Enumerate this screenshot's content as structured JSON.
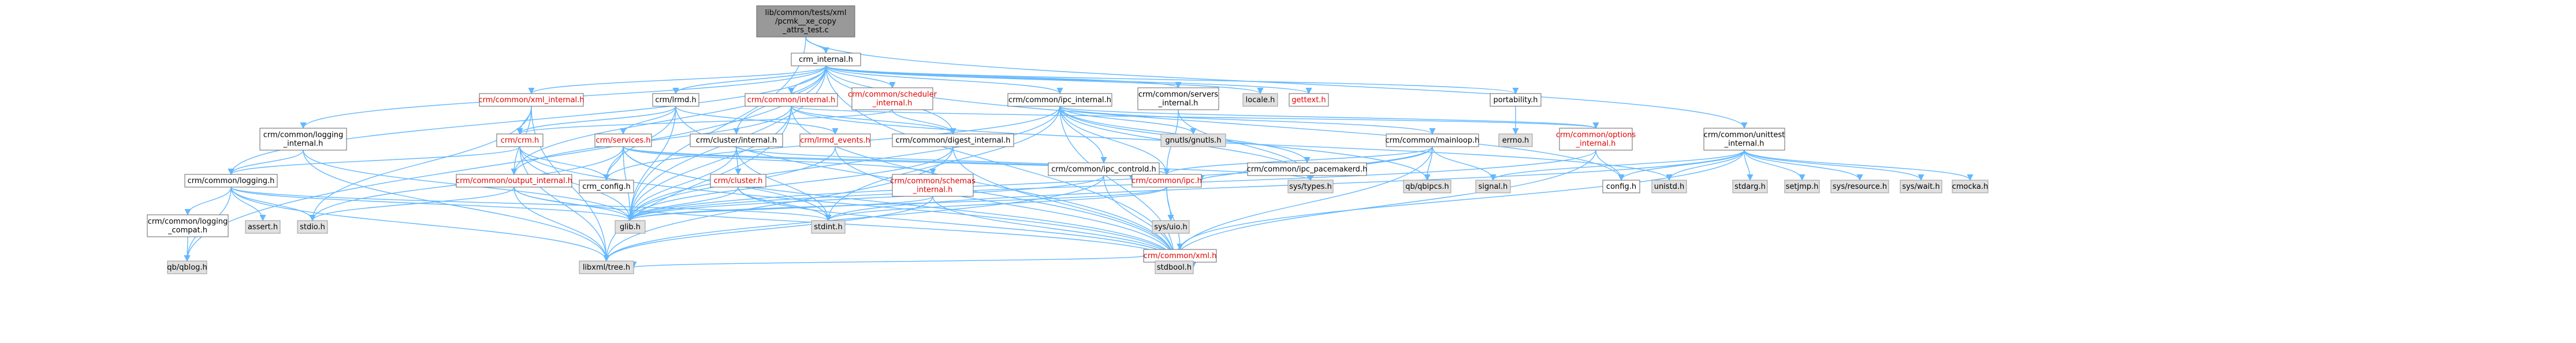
{
  "colors": {
    "edge": "#63b8ff",
    "node_fill": "#ffffff",
    "node_border": "#666666",
    "system_fill": "#e0e0e0",
    "system_border": "#999999",
    "root_fill": "#999999",
    "root_border": "#666666",
    "red_text": "#e00000",
    "text": "#000000"
  },
  "nodes": [
    {
      "id": "root",
      "lines": [
        "lib/common/tests/xml",
        "/pcmk__xe_copy",
        "_attrs_test.c"
      ],
      "kind": "root"
    },
    {
      "id": "crm_internal",
      "lines": [
        "crm_internal.h"
      ],
      "kind": "normal"
    },
    {
      "id": "xml_internal",
      "lines": [
        "crm/common/xml_internal.h"
      ],
      "kind": "red"
    },
    {
      "id": "lrmd",
      "lines": [
        "crm/lrmd.h"
      ],
      "kind": "normal"
    },
    {
      "id": "common_internal",
      "lines": [
        "crm/common/internal.h"
      ],
      "kind": "red"
    },
    {
      "id": "scheduler_internal",
      "lines": [
        "crm/common/scheduler",
        "_internal.h"
      ],
      "kind": "red"
    },
    {
      "id": "ipc_internal",
      "lines": [
        "crm/common/ipc_internal.h"
      ],
      "kind": "normal"
    },
    {
      "id": "servers_internal",
      "lines": [
        "crm/common/servers",
        "_internal.h"
      ],
      "kind": "normal"
    },
    {
      "id": "locale",
      "lines": [
        "locale.h"
      ],
      "kind": "system"
    },
    {
      "id": "gettext",
      "lines": [
        "gettext.h"
      ],
      "kind": "red"
    },
    {
      "id": "portability",
      "lines": [
        "portability.h"
      ],
      "kind": "normal"
    },
    {
      "id": "unittest_internal",
      "lines": [
        "crm/common/unittest",
        "_internal.h"
      ],
      "kind": "normal"
    },
    {
      "id": "logging_internal",
      "lines": [
        "crm/common/logging",
        "_internal.h"
      ],
      "kind": "normal"
    },
    {
      "id": "crm_h",
      "lines": [
        "crm/crm.h"
      ],
      "kind": "red"
    },
    {
      "id": "services",
      "lines": [
        "crm/services.h"
      ],
      "kind": "red"
    },
    {
      "id": "cluster_internal",
      "lines": [
        "crm/cluster/internal.h"
      ],
      "kind": "normal"
    },
    {
      "id": "lrmd_events",
      "lines": [
        "crm/lrmd_events.h"
      ],
      "kind": "red"
    },
    {
      "id": "digest_internal",
      "lines": [
        "crm/common/digest_internal.h"
      ],
      "kind": "normal"
    },
    {
      "id": "gnutls",
      "lines": [
        "gnutls/gnutls.h"
      ],
      "kind": "system"
    },
    {
      "id": "ipc_controld",
      "lines": [
        "crm/common/ipc_controld.h"
      ],
      "kind": "normal"
    },
    {
      "id": "ipc_pacemakerd",
      "lines": [
        "crm/common/ipc_pacemakerd.h"
      ],
      "kind": "normal"
    },
    {
      "id": "mainloop",
      "lines": [
        "crm/common/mainloop.h"
      ],
      "kind": "normal"
    },
    {
      "id": "options_internal",
      "lines": [
        "crm/common/options",
        "_internal.h"
      ],
      "kind": "red"
    },
    {
      "id": "errno",
      "lines": [
        "errno.h"
      ],
      "kind": "system"
    },
    {
      "id": "logging_h",
      "lines": [
        "crm/common/logging.h"
      ],
      "kind": "normal"
    },
    {
      "id": "output_internal",
      "lines": [
        "crm/common/output_internal.h"
      ],
      "kind": "red"
    },
    {
      "id": "crm_config",
      "lines": [
        "crm_config.h"
      ],
      "kind": "normal"
    },
    {
      "id": "cluster_h",
      "lines": [
        "crm/cluster.h"
      ],
      "kind": "red"
    },
    {
      "id": "schemas_internal",
      "lines": [
        "crm/common/schemas",
        "_internal.h"
      ],
      "kind": "red"
    },
    {
      "id": "ipc_h",
      "lines": [
        "crm/common/ipc.h"
      ],
      "kind": "red"
    },
    {
      "id": "sys_types",
      "lines": [
        "sys/types.h"
      ],
      "kind": "system"
    },
    {
      "id": "qb_ipcs",
      "lines": [
        "qb/qbipcs.h"
      ],
      "kind": "system"
    },
    {
      "id": "signal",
      "lines": [
        "signal.h"
      ],
      "kind": "system"
    },
    {
      "id": "config_h",
      "lines": [
        "config.h"
      ],
      "kind": "normal"
    },
    {
      "id": "unistd",
      "lines": [
        "unistd.h"
      ],
      "kind": "system"
    },
    {
      "id": "stdarg",
      "lines": [
        "stdarg.h"
      ],
      "kind": "system"
    },
    {
      "id": "setjmp",
      "lines": [
        "setjmp.h"
      ],
      "kind": "system"
    },
    {
      "id": "sys_resource",
      "lines": [
        "sys/resource.h"
      ],
      "kind": "system"
    },
    {
      "id": "sys_wait",
      "lines": [
        "sys/wait.h"
      ],
      "kind": "system"
    },
    {
      "id": "cmocka",
      "lines": [
        "cmocka.h"
      ],
      "kind": "system"
    },
    {
      "id": "logging_compat",
      "lines": [
        "crm/common/logging",
        "_compat.h"
      ],
      "kind": "normal"
    },
    {
      "id": "assert",
      "lines": [
        "assert.h"
      ],
      "kind": "system"
    },
    {
      "id": "stdio",
      "lines": [
        "stdio.h"
      ],
      "kind": "system"
    },
    {
      "id": "glib",
      "lines": [
        "glib.h"
      ],
      "kind": "system"
    },
    {
      "id": "stdint",
      "lines": [
        "stdint.h"
      ],
      "kind": "system"
    },
    {
      "id": "sys_uio",
      "lines": [
        "sys/uio.h"
      ],
      "kind": "system"
    },
    {
      "id": "xml_h",
      "lines": [
        "crm/common/xml.h"
      ],
      "kind": "red"
    },
    {
      "id": "qblog",
      "lines": [
        "qb/qblog.h"
      ],
      "kind": "system"
    },
    {
      "id": "libxml_tree",
      "lines": [
        "libxml/tree.h"
      ],
      "kind": "system"
    },
    {
      "id": "stdbool",
      "lines": [
        "stdbool.h"
      ],
      "kind": "system"
    }
  ],
  "edges": [
    [
      "root",
      "crm_internal"
    ],
    [
      "root",
      "glib"
    ],
    [
      "root",
      "unittest_internal"
    ],
    [
      "crm_internal",
      "xml_internal"
    ],
    [
      "crm_internal",
      "lrmd"
    ],
    [
      "crm_internal",
      "common_internal"
    ],
    [
      "crm_internal",
      "scheduler_internal"
    ],
    [
      "crm_internal",
      "ipc_internal"
    ],
    [
      "crm_internal",
      "servers_internal"
    ],
    [
      "crm_internal",
      "locale"
    ],
    [
      "crm_internal",
      "gettext"
    ],
    [
      "crm_internal",
      "portability"
    ],
    [
      "crm_internal",
      "logging_internal"
    ],
    [
      "crm_internal",
      "logging_h"
    ],
    [
      "crm_internal",
      "output_internal"
    ],
    [
      "crm_internal",
      "glib"
    ],
    [
      "crm_internal",
      "config_h"
    ],
    [
      "crm_internal",
      "stdbool"
    ],
    [
      "crm_internal",
      "cluster_internal"
    ],
    [
      "crm_internal",
      "digest_internal"
    ],
    [
      "crm_internal",
      "qblog"
    ],
    [
      "xml_internal",
      "crm_h"
    ],
    [
      "xml_internal",
      "output_internal"
    ],
    [
      "xml_internal",
      "stdio"
    ],
    [
      "xml_internal",
      "libxml_tree"
    ],
    [
      "lrmd",
      "crm_h"
    ],
    [
      "lrmd",
      "services"
    ],
    [
      "lrmd",
      "lrmd_events"
    ],
    [
      "lrmd",
      "crm_config"
    ],
    [
      "lrmd",
      "glib"
    ],
    [
      "lrmd",
      "stdbool"
    ],
    [
      "common_internal",
      "digest_internal"
    ],
    [
      "common_internal",
      "options_internal"
    ],
    [
      "common_internal",
      "output_internal"
    ],
    [
      "common_internal",
      "glib"
    ],
    [
      "common_internal",
      "stdbool"
    ],
    [
      "common_internal",
      "libxml_tree"
    ],
    [
      "common_internal",
      "unistd"
    ],
    [
      "scheduler_internal",
      "digest_internal"
    ],
    [
      "scheduler_internal",
      "crm_h"
    ],
    [
      "ipc_internal",
      "ipc_controld"
    ],
    [
      "ipc_internal",
      "ipc_pacemakerd"
    ],
    [
      "ipc_internal",
      "mainloop"
    ],
    [
      "ipc_internal",
      "options_internal"
    ],
    [
      "ipc_internal",
      "gnutls"
    ],
    [
      "ipc_internal",
      "sys_types"
    ],
    [
      "ipc_internal",
      "stdint"
    ],
    [
      "ipc_internal",
      "glib"
    ],
    [
      "ipc_internal",
      "qb_ipcs"
    ],
    [
      "ipc_internal",
      "ipc_h"
    ],
    [
      "ipc_internal",
      "crm_config"
    ],
    [
      "ipc_internal",
      "stdbool"
    ],
    [
      "servers_internal",
      "ipc_h"
    ],
    [
      "servers_internal",
      "sys_types"
    ],
    [
      "portability",
      "errno"
    ],
    [
      "unittest_internal",
      "signal"
    ],
    [
      "unittest_internal",
      "config_h"
    ],
    [
      "unittest_internal",
      "unistd"
    ],
    [
      "unittest_internal",
      "stdarg"
    ],
    [
      "unittest_internal",
      "setjmp"
    ],
    [
      "unittest_internal",
      "sys_resource"
    ],
    [
      "unittest_internal",
      "sys_wait"
    ],
    [
      "unittest_internal",
      "cmocka"
    ],
    [
      "unittest_internal",
      "stdint"
    ],
    [
      "unittest_internal",
      "xml_h"
    ],
    [
      "logging_internal",
      "logging_h"
    ],
    [
      "logging_internal",
      "glib"
    ],
    [
      "logging_internal",
      "libxml_tree"
    ],
    [
      "crm_h",
      "crm_config"
    ],
    [
      "crm_h",
      "glib"
    ],
    [
      "crm_h",
      "stdbool"
    ],
    [
      "crm_h",
      "libxml_tree"
    ],
    [
      "crm_h",
      "logging_h"
    ],
    [
      "services",
      "glib"
    ],
    [
      "services",
      "stdio"
    ],
    [
      "services",
      "stdint"
    ],
    [
      "services",
      "stdbool"
    ],
    [
      "services",
      "sys_types"
    ],
    [
      "services",
      "ipc_h"
    ],
    [
      "services",
      "schemas_internal"
    ],
    [
      "services",
      "crm_config"
    ],
    [
      "cluster_internal",
      "cluster_h"
    ],
    [
      "cluster_internal",
      "glib"
    ],
    [
      "cluster_internal",
      "stdint"
    ],
    [
      "cluster_internal",
      "ipc_h"
    ],
    [
      "lrmd_events",
      "glib"
    ],
    [
      "lrmd_events",
      "stdbool"
    ],
    [
      "digest_internal",
      "glib"
    ],
    [
      "digest_internal",
      "stdbool"
    ],
    [
      "digest_internal",
      "libxml_tree"
    ],
    [
      "ipc_controld",
      "ipc_h"
    ],
    [
      "ipc_controld",
      "stdbool"
    ],
    [
      "ipc_controld",
      "glib"
    ],
    [
      "ipc_controld",
      "libxml_tree"
    ],
    [
      "ipc_pacemakerd",
      "ipc_h"
    ],
    [
      "ipc_pacemakerd",
      "sys_types"
    ],
    [
      "mainloop",
      "ipc_h"
    ],
    [
      "mainloop",
      "signal"
    ],
    [
      "mainloop",
      "sys_types"
    ],
    [
      "mainloop",
      "qb_ipcs"
    ],
    [
      "mainloop",
      "glib"
    ],
    [
      "mainloop",
      "stdbool"
    ],
    [
      "options_internal",
      "config_h"
    ],
    [
      "options_internal",
      "glib"
    ],
    [
      "options_internal",
      "stdbool"
    ],
    [
      "logging_h",
      "glib"
    ],
    [
      "logging_h",
      "stdio"
    ],
    [
      "logging_h",
      "assert"
    ],
    [
      "logging_h",
      "libxml_tree"
    ],
    [
      "logging_h",
      "logging_compat"
    ],
    [
      "logging_h",
      "qblog"
    ],
    [
      "logging_h",
      "stdint"
    ],
    [
      "output_internal",
      "glib"
    ],
    [
      "output_internal",
      "stdio"
    ],
    [
      "output_internal",
      "libxml_tree"
    ],
    [
      "output_internal",
      "stdbool"
    ],
    [
      "cluster_h",
      "glib"
    ],
    [
      "cluster_h",
      "stdint"
    ],
    [
      "cluster_h",
      "stdbool"
    ],
    [
      "schemas_internal",
      "glib"
    ],
    [
      "schemas_internal",
      "libxml_tree"
    ],
    [
      "schemas_internal",
      "stdbool"
    ],
    [
      "ipc_h",
      "sys_uio"
    ],
    [
      "ipc_h",
      "xml_h"
    ],
    [
      "ipc_h",
      "glib"
    ],
    [
      "ipc_h",
      "stdint"
    ],
    [
      "xml_h",
      "libxml_tree"
    ],
    [
      "xml_h",
      "stdbool"
    ],
    [
      "logging_compat",
      "qblog"
    ]
  ]
}
